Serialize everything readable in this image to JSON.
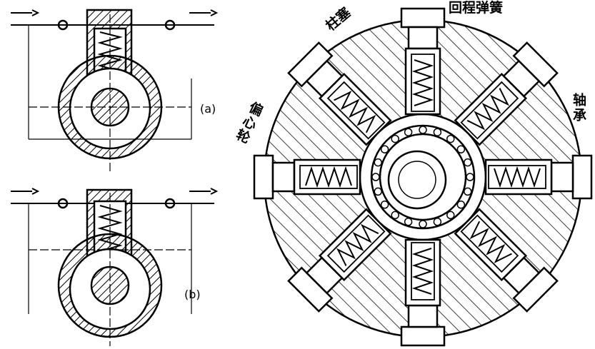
{
  "labels": {
    "plunger": "柱塞",
    "return_spring": "回程弹簧",
    "eccentric_wheel": "偏心轮",
    "bearing": "轴承",
    "fig_a": "(a)",
    "fig_b": "(b)"
  },
  "colors": {
    "ink": "#000000",
    "paper": "#ffffff"
  }
}
